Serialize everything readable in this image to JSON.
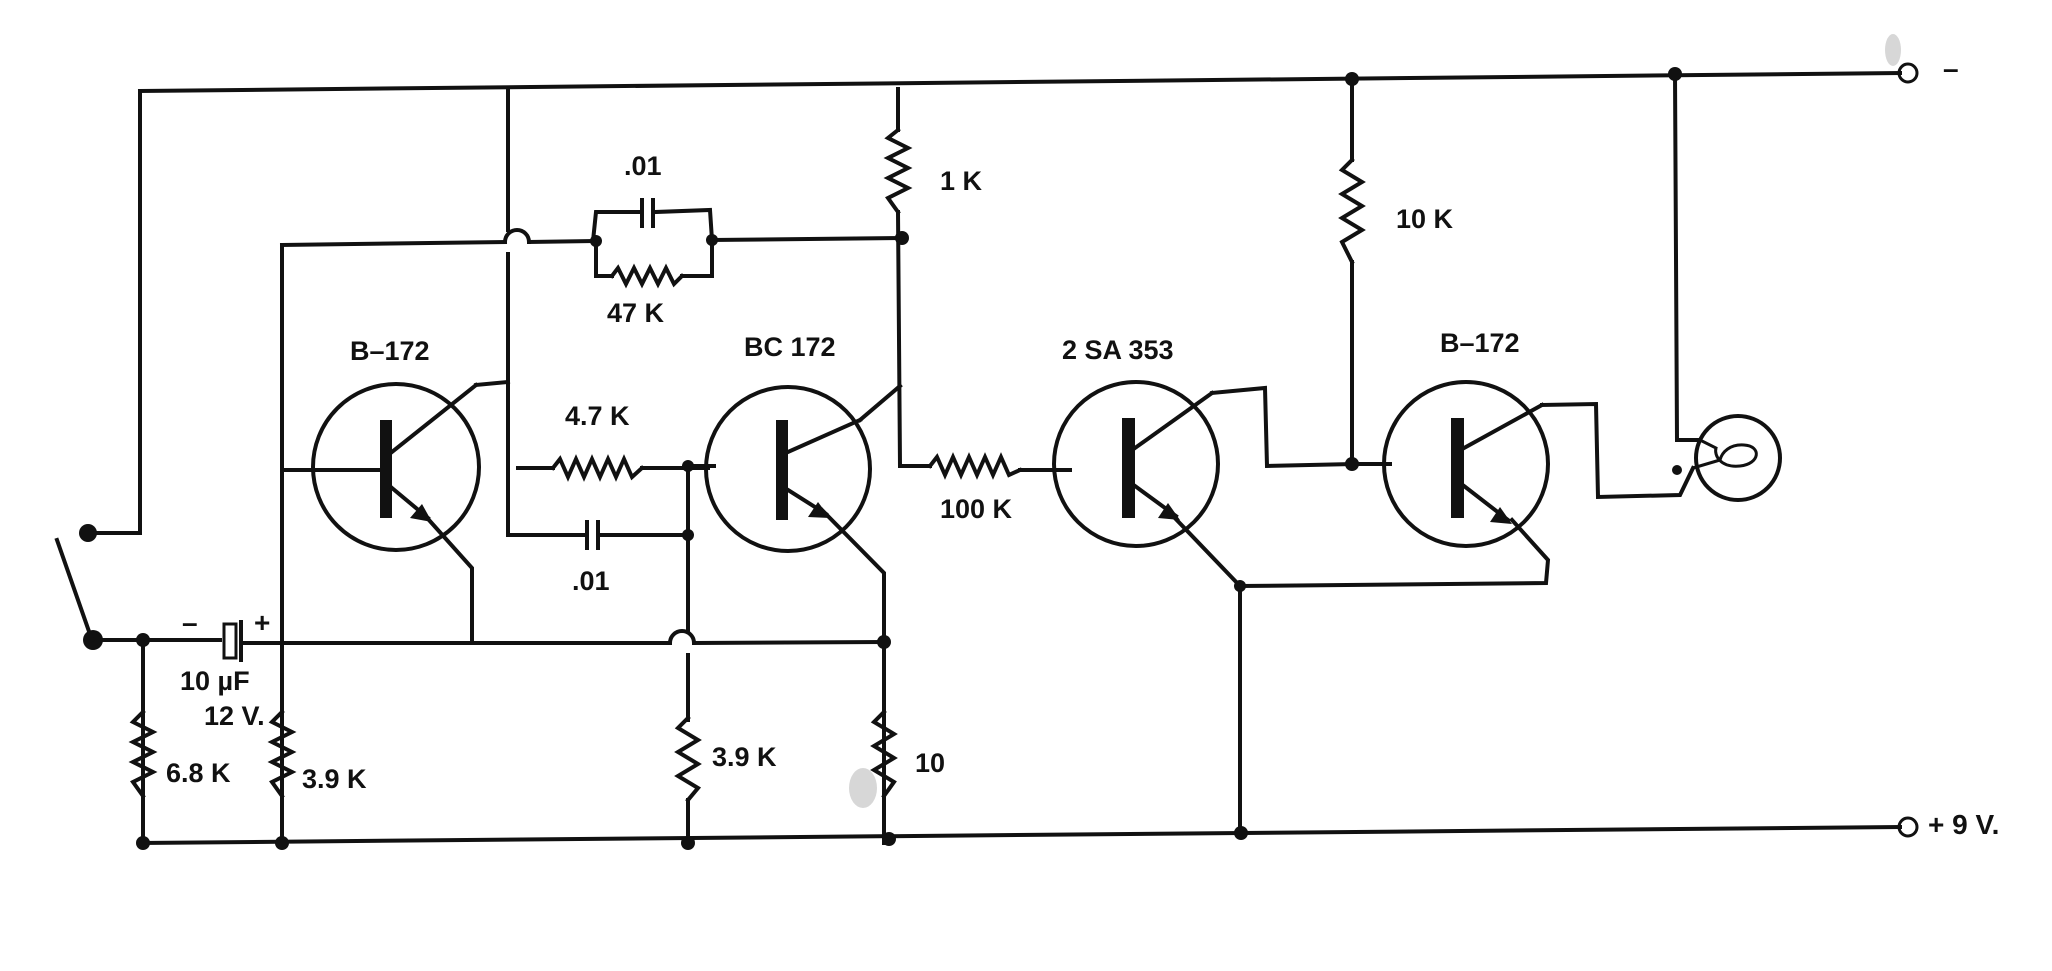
{
  "labels": {
    "q1": "B–172",
    "q2": "BC 172",
    "q3": "2 SA 353",
    "q4": "B–172",
    "c_top": ".01",
    "r_top": "47  K",
    "r_1k": "1 K",
    "r_10k": "10 K",
    "r_47k_mid": "4.7 K",
    "c_mid": ".01",
    "r_100k": "100 K",
    "c_elec_value": "10 µF",
    "c_elec_voltage": "12 V.",
    "r_68k": "6.8 K",
    "r_39k_left": "3.9 K",
    "r_39k_mid": "3.9 K",
    "r_10": "10",
    "term_neg": "–",
    "term_pos": "+  9 V.",
    "cap_minus": "–",
    "cap_plus": "+"
  },
  "colors": {
    "ink": "#111111",
    "paper": "#ffffff"
  }
}
